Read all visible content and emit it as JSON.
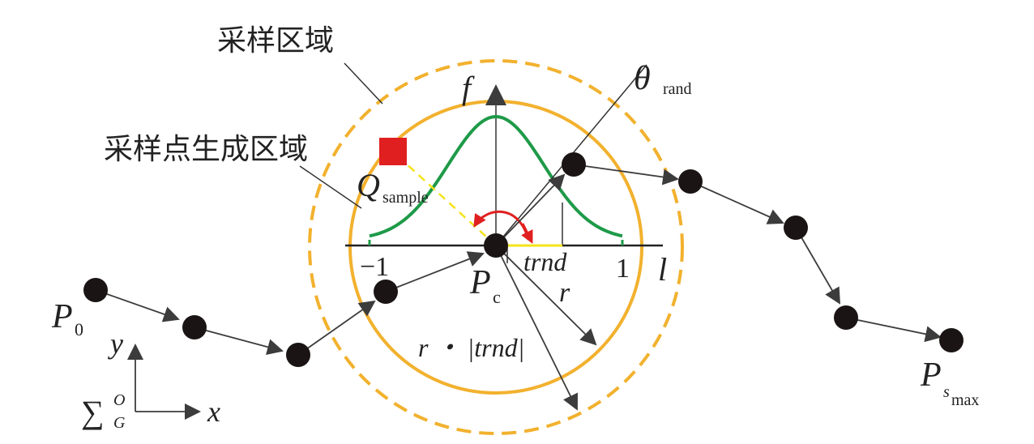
{
  "labels": {
    "sampling_region": "采样区域",
    "sample_point_region": "采样点生成区域",
    "theta": "θ",
    "theta_sub": "rand",
    "f_axis": "f",
    "l_axis": "l",
    "q": "Q",
    "q_sub": "sample",
    "minus_one": "−1",
    "one": "1",
    "trnd": "trnd",
    "r": "r",
    "r_times_trnd": "r ・ |trnd|",
    "p0": "P",
    "p0_sub": "0",
    "pc": "P",
    "pc_sub": "c",
    "psmax": "P",
    "psmax_sub": "s",
    "psmax_subsub": "max",
    "y_axis": "y",
    "x_axis": "x",
    "sigma": "∑",
    "sigma_sup": "O",
    "sigma_sub": "G"
  },
  "colors": {
    "orange": "#F2B12E",
    "green": "#1E9A48",
    "red": "#E02020",
    "yellow_line": "#F5E31A",
    "node": "#1A1414",
    "arrow": "#3C3C3C"
  }
}
